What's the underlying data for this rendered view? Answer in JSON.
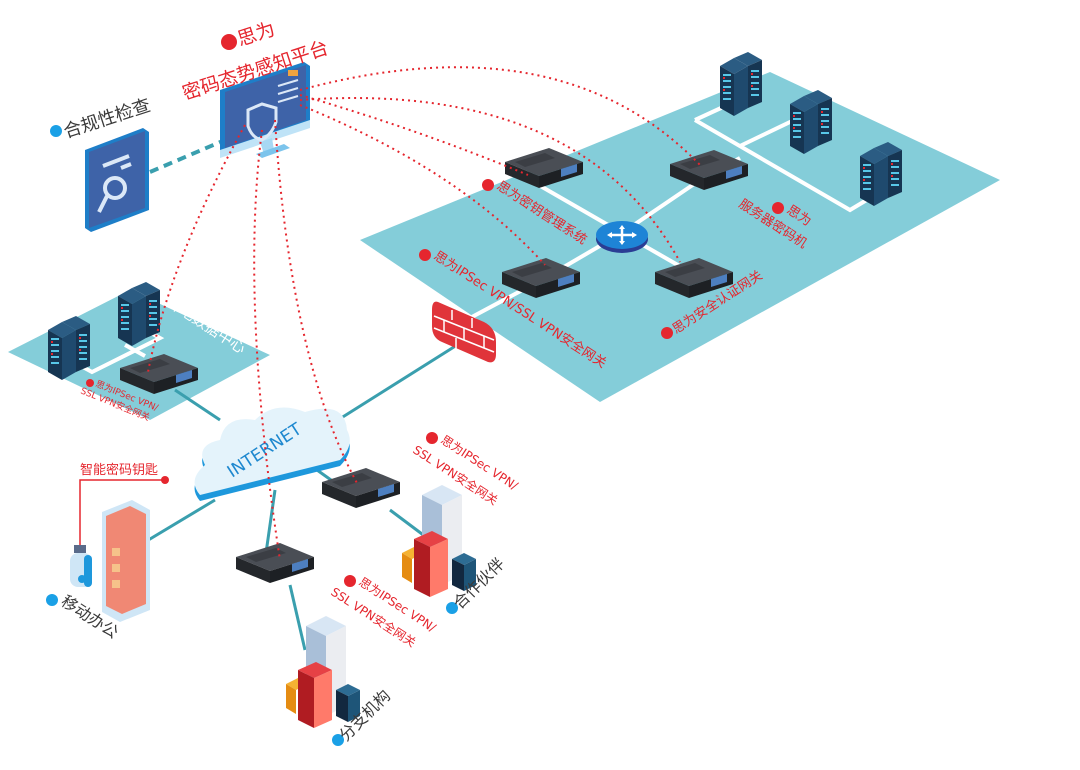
{
  "diagram": {
    "colors": {
      "zone_fill": "#84cdd9",
      "link_line": "#ffffff",
      "wan_link": "#3a9fae",
      "red_accent": "#e5262e",
      "blue_accent": "#1aa0e6",
      "server_dark": "#1c3f5e",
      "appliance_dark": "#2e3136",
      "firewall": "#e0343a",
      "cloud": "#e4f3fb",
      "cloud_edge": "#1e98dc"
    },
    "nodes": {
      "platform": {
        "brand": "思为",
        "name": "密码态势感知平台",
        "icon": "monitor-shield-icon"
      },
      "compliance": {
        "name": "合规性检查",
        "icon": "document-search-icon"
      },
      "key_mgmt": {
        "name": "思为密钥管理系统",
        "icon": "appliance-icon"
      },
      "server_crypto": {
        "brand": "思为",
        "name": "服务器密码机",
        "icon": "rack-server-icon"
      },
      "switch": {
        "icon": "switch-arrows-icon"
      },
      "vpn_gateway_hq": {
        "name": "思为IPSec VPN/SSL VPN安全网关",
        "icon": "appliance-icon"
      },
      "auth_gateway": {
        "name": "思为安全认证网关",
        "icon": "appliance-icon"
      },
      "firewall": {
        "icon": "firewall-brick-icon"
      },
      "remote_dc": {
        "name": "异地数据中心",
        "gateway_line1": "思为IPSec VPN/",
        "gateway_line2": "SSL VPN安全网关"
      },
      "internet": {
        "name": "INTERNET",
        "icon": "cloud-icon"
      },
      "partner_gateway": {
        "line1": "思为IPSec VPN/",
        "line2": "SSL VPN安全网关"
      },
      "partner": {
        "name": "合作伙伴",
        "icon": "building-blocks-icon"
      },
      "branch_gateway": {
        "line1": "思为IPSec VPN/",
        "line2": "SSL VPN安全网关"
      },
      "branch": {
        "name": "分支机构",
        "icon": "building-blocks-icon"
      },
      "smart_key": {
        "name": "智能密码钥匙",
        "icon": "usb-key-icon"
      },
      "mobile": {
        "name": "移动办公",
        "icon": "smartphone-icon"
      }
    }
  }
}
